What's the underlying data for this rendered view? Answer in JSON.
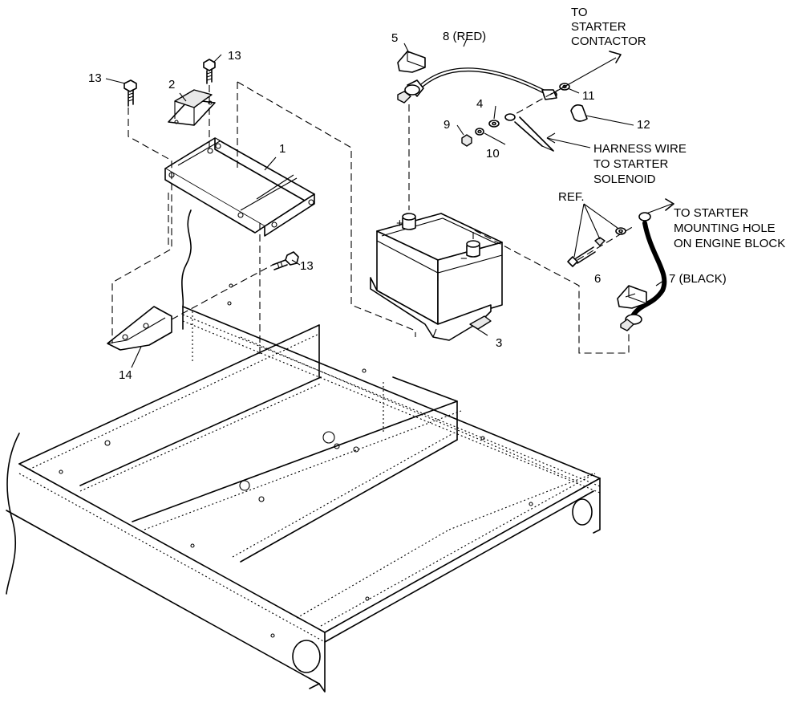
{
  "parts": {
    "p1": "1",
    "p2": "2",
    "p3": "3",
    "p4": "4",
    "p5": "5",
    "p6": "6",
    "p7": "7 (BLACK)",
    "p8": "8 (RED)",
    "p9": "9",
    "p10": "10",
    "p11": "11",
    "p12": "12",
    "p13a": "13",
    "p13b": "13",
    "p13c": "13",
    "p14": "14",
    "ref": "REF."
  },
  "battery": {
    "plus": "+",
    "minus": "−"
  },
  "callouts": {
    "contactor": [
      "TO",
      "STARTER",
      "CONTACTOR"
    ],
    "harness": [
      "HARNESS WIRE",
      "TO STARTER",
      "SOLENOID"
    ],
    "mounting": [
      "TO STARTER",
      "MOUNTING HOLE",
      "ON ENGINE BLOCK"
    ]
  }
}
